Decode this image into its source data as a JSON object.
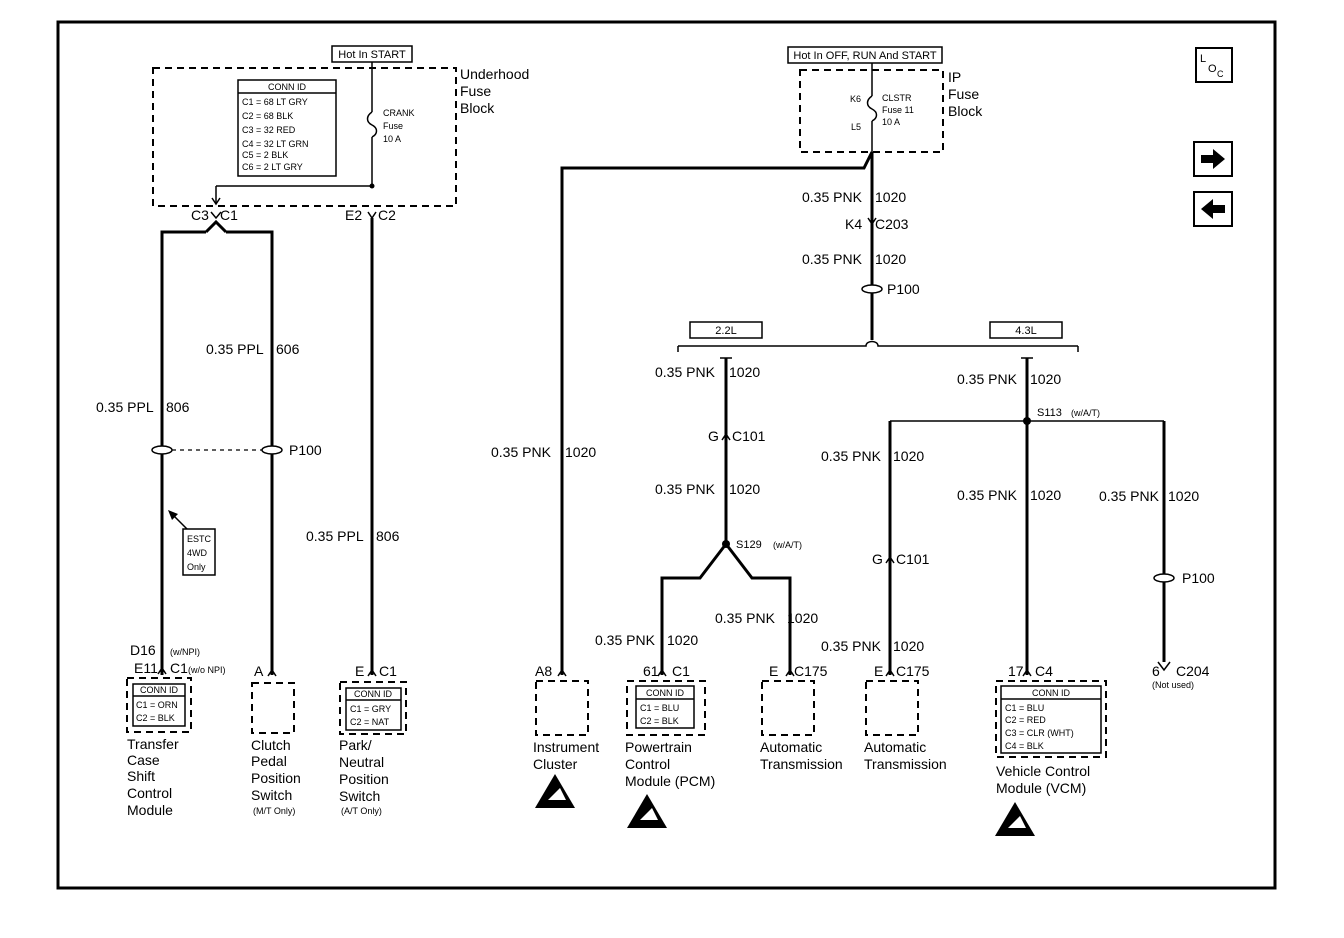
{
  "nav": {
    "loc_top": "L",
    "loc_mid": "O",
    "loc_sub": "C"
  },
  "underhood": {
    "header": "Hot In START",
    "name_line1": "Underhood",
    "name_line2": "Fuse",
    "name_line3": "Block",
    "fuse_name": "CRANK",
    "fuse_line2": "Fuse",
    "fuse_rating": "10 A",
    "conn_title": "CONN ID",
    "conn_rows": [
      "C1 = 68 LT GRY",
      "C2 = 68 BLK",
      "C3 = 32 RED",
      "C4 = 32 LT GRN",
      "C5 = 2 BLK",
      "C6 = 2 LT GRY"
    ],
    "c3": "C3",
    "c1": "C1",
    "e2": "E2",
    "c2": "C2"
  },
  "ip_block": {
    "header": "Hot In OFF, RUN And START",
    "name_line1": "IP",
    "name_line2": "Fuse",
    "name_line3": "Block",
    "pin_top": "K6",
    "pin_bot": "L5",
    "fuse_name": "CLSTR",
    "fuse_line2": "Fuse 11",
    "fuse_rating": "10 A"
  },
  "wires": {
    "ppl_606": "0.35 PPL",
    "ppl_806": "0.35 PPL",
    "pnk": "0.35 PNK",
    "c606": "606",
    "c806": "806",
    "c1020": "1020"
  },
  "connectors": {
    "k4": "K4",
    "c203": "C203",
    "p100": "P100",
    "g": "G",
    "c101": "C101",
    "s129": "S129",
    "s129_note": "(w/A/T)",
    "s113": "S113",
    "s113_note": "(w/A/T)"
  },
  "options": {
    "opt_22": "2.2L",
    "opt_43": "4.3L"
  },
  "estc": {
    "line1": "ESTC",
    "line2": "4WD",
    "line3": "Only"
  },
  "components": {
    "tcsm": {
      "pin1": "D16",
      "pin1_note": "(w/NPI)",
      "pin2": "E11",
      "conn": "C1",
      "conn_note": "(w/o NPI)",
      "conn_title": "CONN ID",
      "rows": [
        "C1 = ORN",
        "C2 = BLK"
      ],
      "name": [
        "Transfer",
        "Case",
        "Shift",
        "Control",
        "Module"
      ]
    },
    "clutch": {
      "pin": "A",
      "name": [
        "Clutch",
        "Pedal",
        "Position",
        "Switch"
      ],
      "note": "(M/T Only)"
    },
    "pnp": {
      "pin": "E",
      "conn": "C1",
      "conn_title": "CONN ID",
      "rows": [
        "C1 = GRY",
        "C2 = NAT"
      ],
      "name": [
        "Park/",
        "Neutral",
        "Position",
        "Switch"
      ],
      "note": "(A/T Only)"
    },
    "cluster": {
      "pin": "A8",
      "name": [
        "Instrument",
        "Cluster"
      ]
    },
    "pcm": {
      "pin": "61",
      "conn": "C1",
      "conn_title": "CONN ID",
      "rows": [
        "C1 = BLU",
        "C2 = BLK"
      ],
      "name": [
        "Powertrain",
        "Control",
        "Module (PCM)"
      ]
    },
    "trans1": {
      "pin": "E",
      "conn": "C175",
      "name": [
        "Automatic",
        "Transmission"
      ]
    },
    "trans2": {
      "pin": "E",
      "conn": "C175",
      "name": [
        "Automatic",
        "Transmission"
      ]
    },
    "vcm": {
      "pin": "17",
      "conn": "C4",
      "conn_title": "CONN ID",
      "rows": [
        "C1 = BLU",
        "C2 = RED",
        "C3 = CLR (WHT)",
        "C4 = BLK"
      ],
      "name": [
        "Vehicle Control",
        "Module (VCM)"
      ]
    },
    "c204": {
      "pin": "6",
      "conn": "C204",
      "note": "(Not used)"
    }
  }
}
